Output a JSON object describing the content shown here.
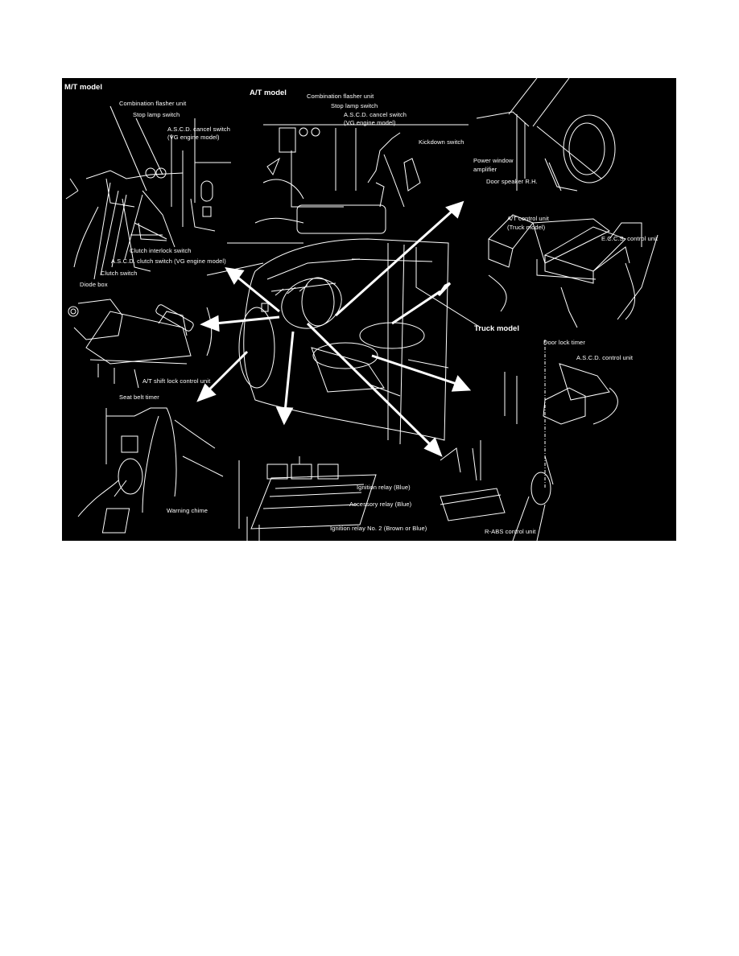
{
  "figure": {
    "background": "#000000",
    "line_color": "#ffffff",
    "sections": {
      "mt_model": {
        "title": "M/T model",
        "labels": {
          "combination_flasher_unit": "Combination flasher unit",
          "stop_lamp_switch": "Stop lamp switch",
          "ascd_cancel_switch": "A.S.C.D. cancel switch",
          "ascd_cancel_switch_note": "(VG engine model)",
          "clutch_interlock_switch": "Clutch interlock switch",
          "ascd_clutch_switch": "A.S.C.D. clutch switch (VG engine model)",
          "clutch_switch": "Clutch switch",
          "diode_box": "Diode box"
        }
      },
      "at_model": {
        "title": "A/T model",
        "labels": {
          "combination_flasher_unit": "Combination flasher unit",
          "stop_lamp_switch": "Stop lamp switch",
          "ascd_cancel_switch": "A.S.C.D. cancel switch",
          "ascd_cancel_switch_note": "(VG engine model)",
          "kickdown_switch": "Kickdown switch"
        }
      },
      "door": {
        "labels": {
          "power_window_amplifier_1": "Power window",
          "power_window_amplifier_2": "amplifier",
          "door_speaker_rh": "Door speaker R.H."
        }
      },
      "control_units": {
        "labels": {
          "at_control_unit": "A/T control unit",
          "at_control_unit_note": "(Truck model)",
          "eccs_control_unit": "E.C.C.S. control unit"
        }
      },
      "truck_model": {
        "title": "Truck model",
        "labels": {
          "door_lock_timer": "Door lock timer",
          "ascd_control_unit": "A.S.C.D. control unit",
          "r_abs_control_unit": "R-ABS control unit"
        }
      },
      "shift_lock": {
        "labels": {
          "at_shift_lock_control_unit": "A/T shift lock control unit"
        }
      },
      "kick_panel": {
        "labels": {
          "seat_belt_timer": "Seat belt timer",
          "warning_chime": "Warning chime"
        }
      },
      "relay_box": {
        "labels": {
          "ignition_relay": "Ignition relay (Blue)",
          "accessory_relay": "Accessory relay (Blue)",
          "ignition_relay_no2": "Ignition relay No. 2 (Brown or Blue)"
        }
      }
    }
  }
}
